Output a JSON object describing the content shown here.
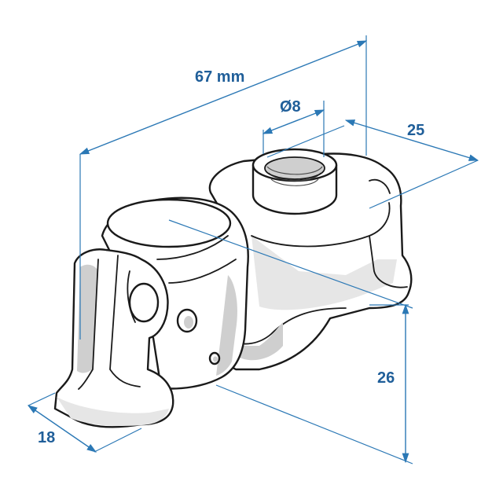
{
  "dimensions": {
    "length": "67 mm",
    "bore": "Ø8",
    "depth": "25",
    "height": "26",
    "width": "18"
  },
  "colors": {
    "dimension_line": "#2b78b5",
    "dimension_text": "#1f5e99",
    "part_outline": "#1a1a1a",
    "part_shade": "#cfcfcf"
  }
}
